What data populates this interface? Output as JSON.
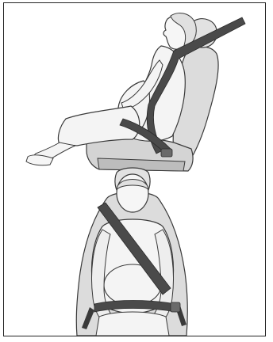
{
  "figure": {
    "panels": [
      {
        "view": "side-view",
        "subject": "pregnant-occupant-seated-with-seatbelt"
      },
      {
        "view": "front-view",
        "subject": "pregnant-occupant-seatbelt-routing"
      }
    ],
    "colors": {
      "frame": "#222222",
      "fill": "#eeeeee",
      "fill_dark": "#cfcfcf",
      "belt": "#4a4a4a",
      "outline": "#3a3a3a"
    }
  }
}
